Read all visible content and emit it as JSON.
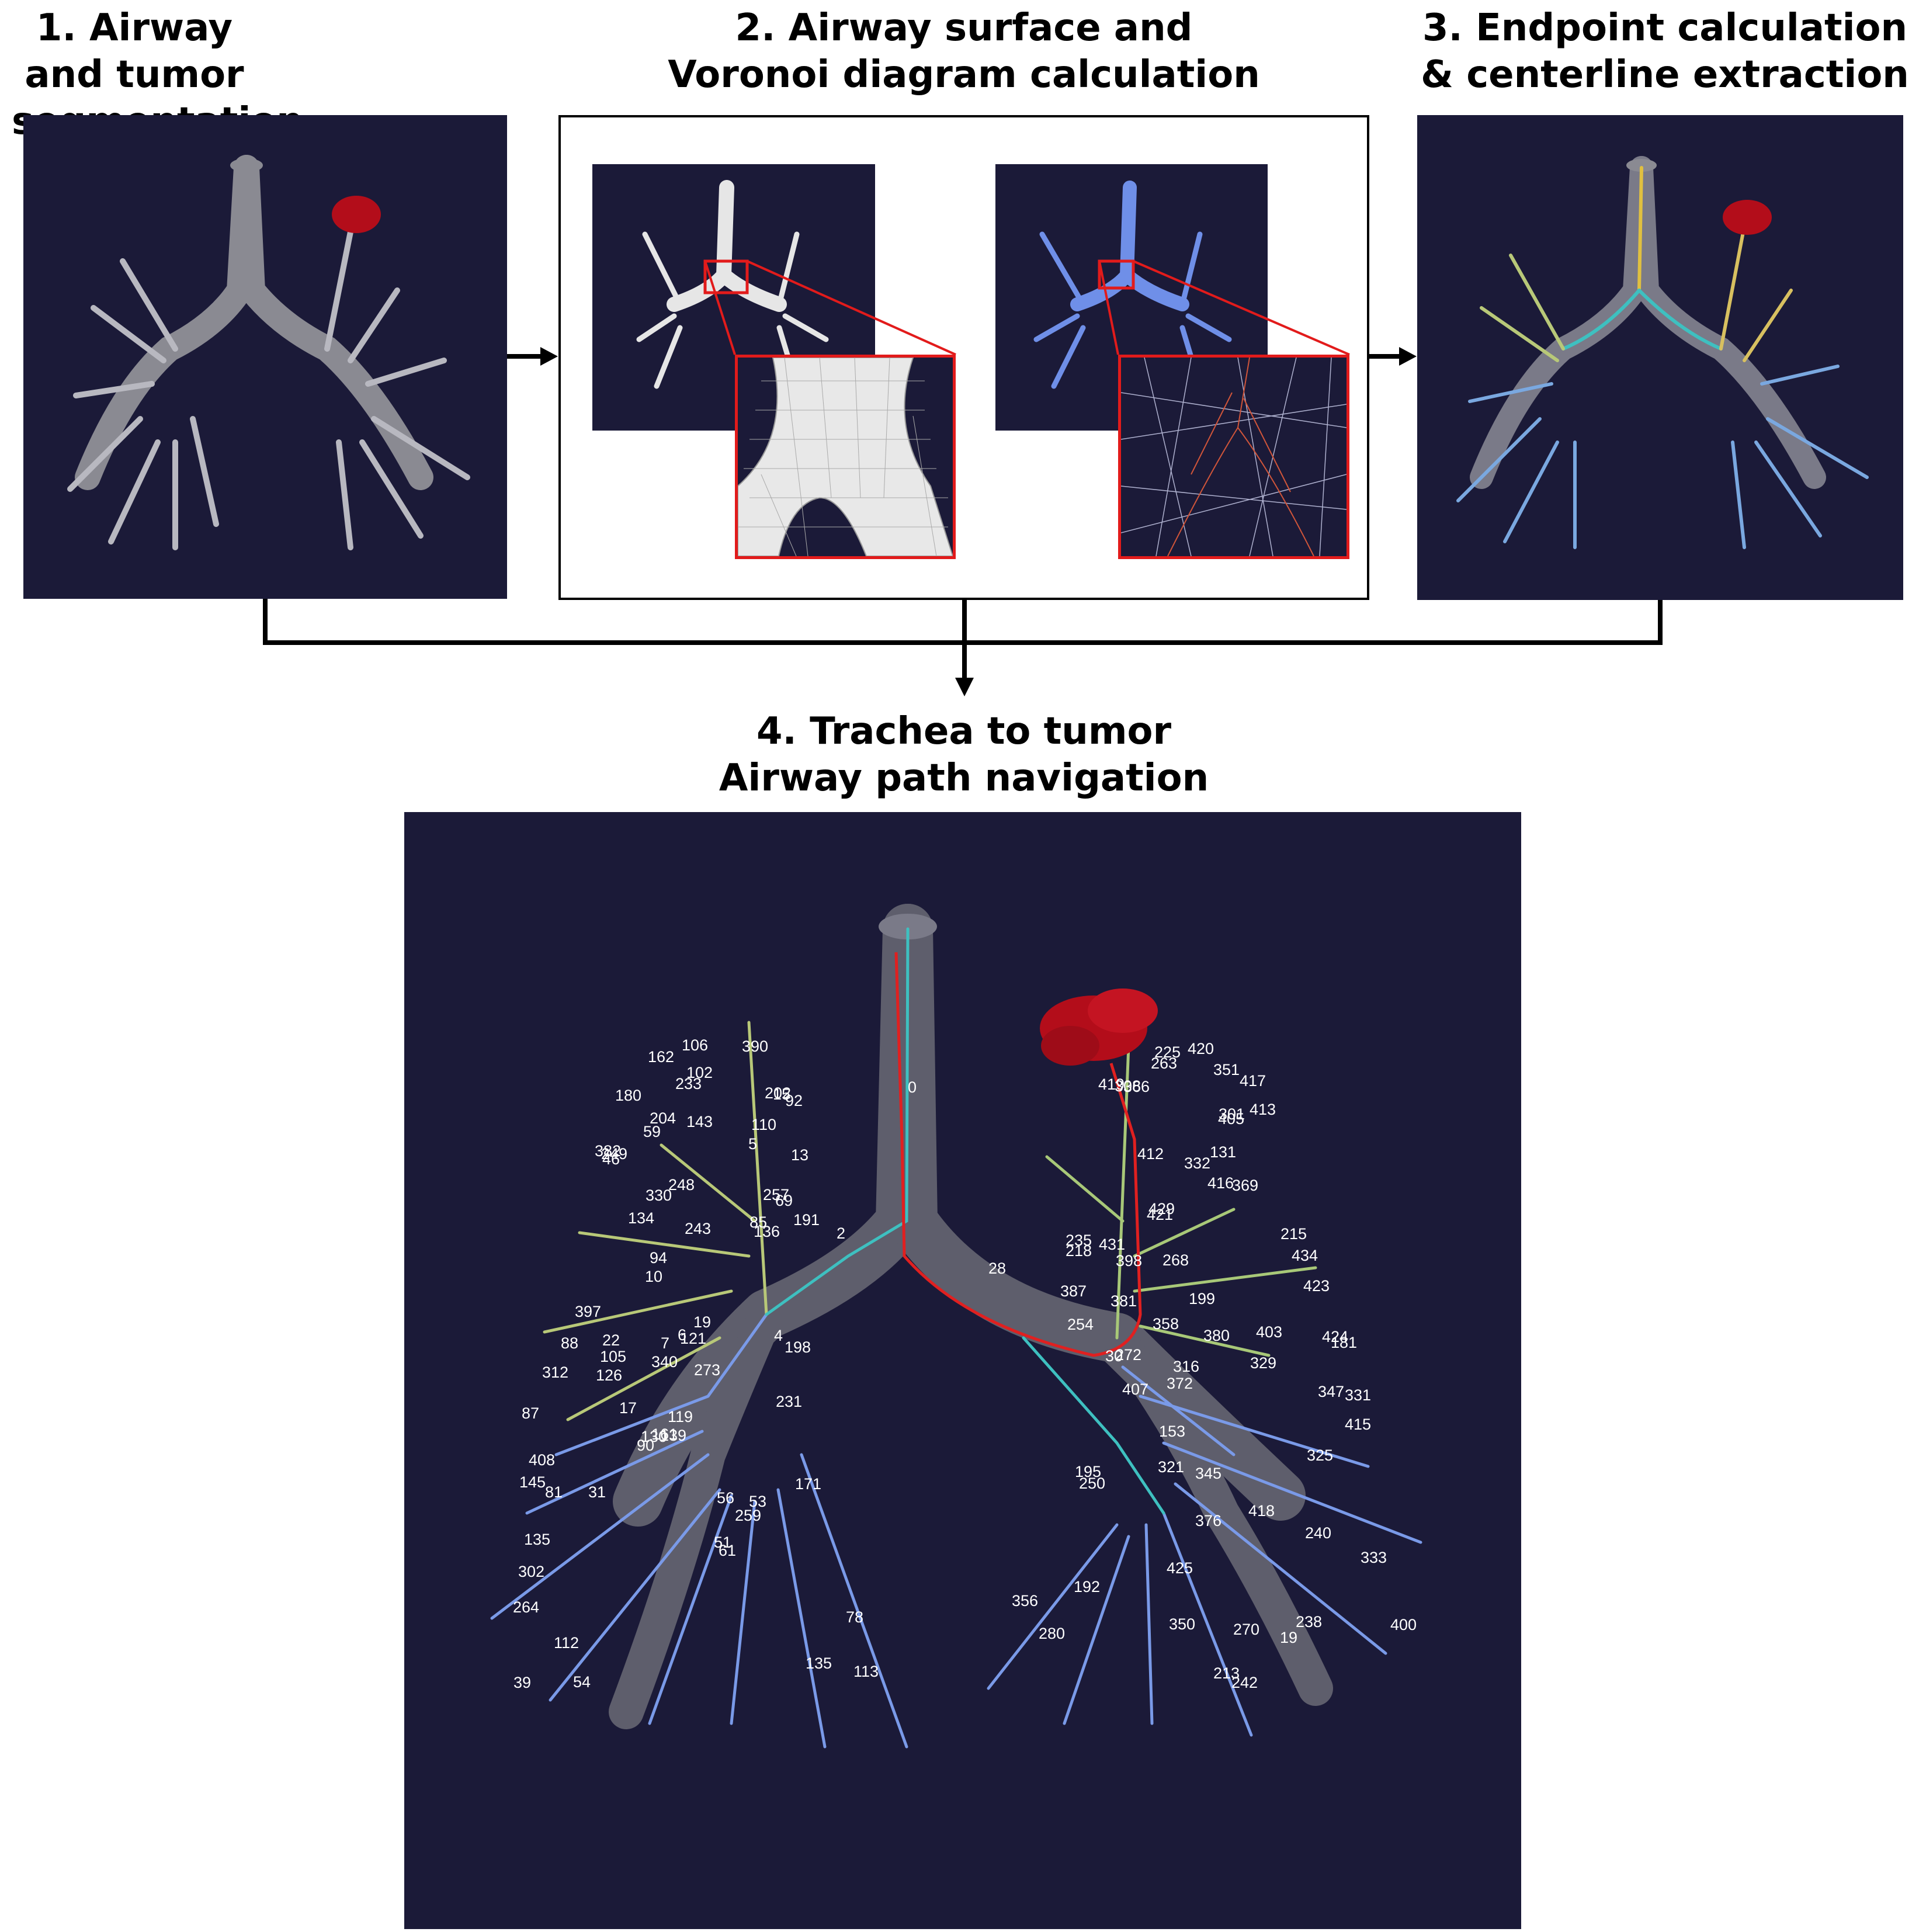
{
  "steps": [
    {
      "title_line1": "1. Airway and tumor",
      "title_line2": "segmentation"
    },
    {
      "title_line1": "2. Airway surface and",
      "title_line2": "Voronoi diagram calculation"
    },
    {
      "title_line1": "3. Endpoint calculation",
      "title_line2": "& centerline extraction"
    },
    {
      "title_line1": "4. Trachea to tumor",
      "title_line2": "Airway path navigation"
    }
  ],
  "colors": {
    "panel_bg": "#1b1a38",
    "airway": "#8a8a92",
    "tumor": "#b30d1a",
    "zoom_box": "#e21b1b",
    "voronoi": "#6f8fe8",
    "path": "#e02020"
  },
  "path_labels": [
    "0",
    "2",
    "28",
    "30"
  ],
  "branch_labels": [
    "273",
    "204",
    "121",
    "202",
    "130",
    "136",
    "145",
    "126",
    "81",
    "119",
    "46",
    "113",
    "143",
    "39",
    "19",
    "31",
    "13",
    "22",
    "17",
    "5",
    "10",
    "15",
    "69",
    "105",
    "90",
    "61",
    "59",
    "88",
    "102",
    "56",
    "54",
    "6",
    "4",
    "7",
    "134",
    "135",
    "85",
    "78",
    "135",
    "51",
    "87",
    "94",
    "248",
    "53",
    "191",
    "106",
    "161",
    "92",
    "198",
    "139",
    "110",
    "112",
    "162",
    "259",
    "171",
    "257",
    "249",
    "180",
    "231",
    "264",
    "312",
    "243",
    "233",
    "330",
    "302",
    "382",
    "408",
    "397",
    "340",
    "390",
    "403",
    "434",
    "418",
    "429",
    "417",
    "419",
    "412",
    "420",
    "358",
    "347",
    "372",
    "413",
    "345",
    "19",
    "424",
    "350",
    "329",
    "333",
    "331",
    "325",
    "254",
    "242",
    "321",
    "240",
    "316",
    "238",
    "263",
    "181",
    "195",
    "250",
    "332",
    "235",
    "213",
    "225",
    "131",
    "369",
    "215",
    "153",
    "192",
    "268",
    "270",
    "308",
    "272",
    "199",
    "218",
    "351",
    "380",
    "280",
    "381",
    "387",
    "301",
    "356",
    "407",
    "398",
    "376",
    "416",
    "400",
    "423",
    "425",
    "366",
    "405",
    "415",
    "421",
    "431"
  ]
}
